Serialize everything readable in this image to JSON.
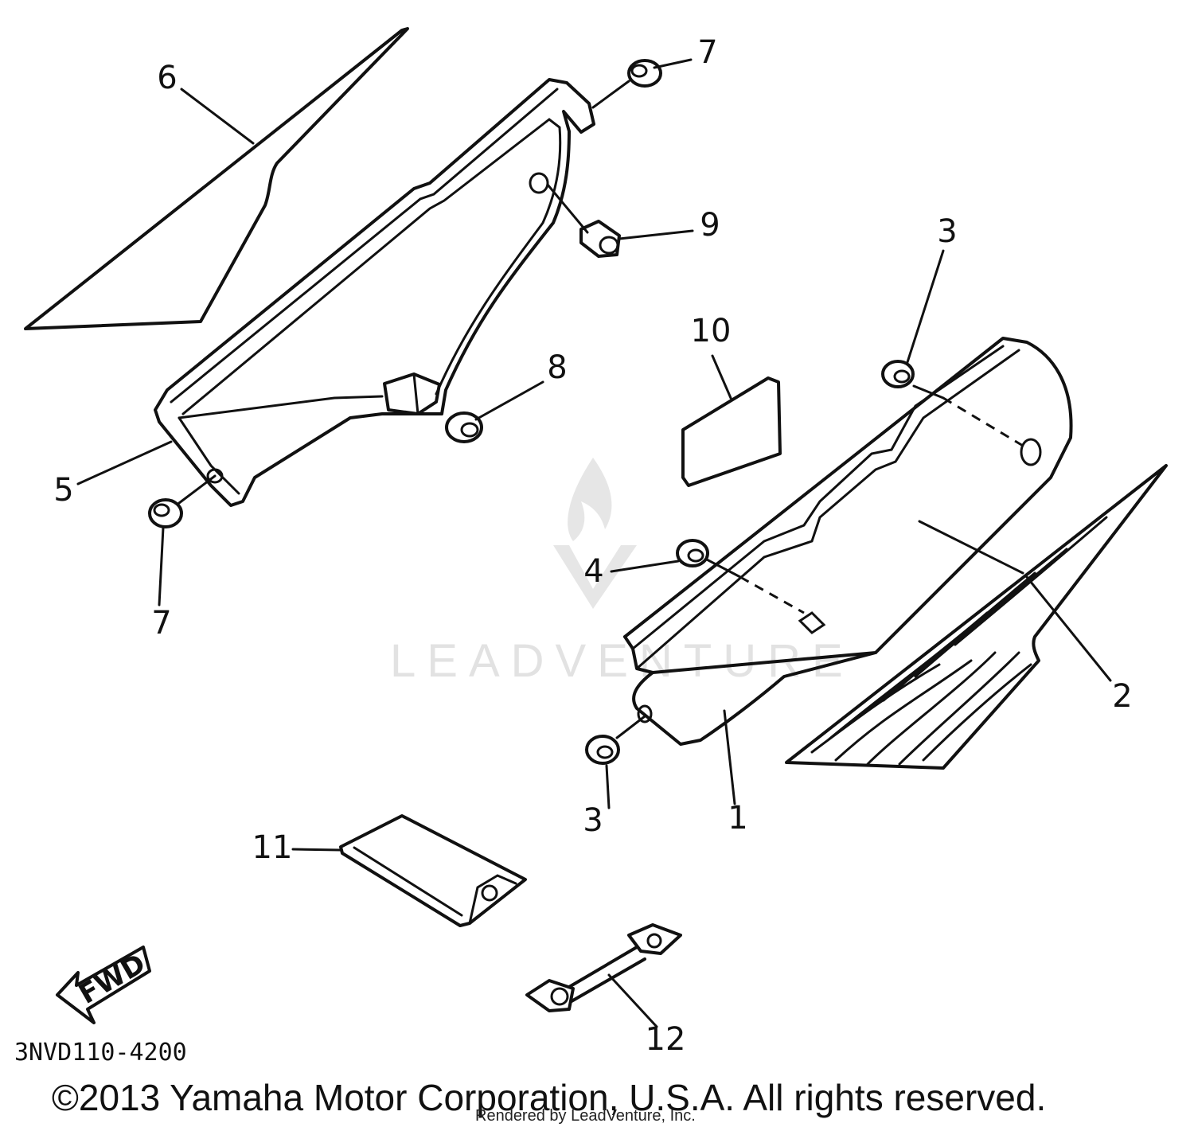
{
  "watermark": {
    "brand": "LEADVENTURE"
  },
  "callouts": {
    "c1": "1",
    "c2": "2",
    "c3a": "3",
    "c3b": "3",
    "c4": "4",
    "c5": "5",
    "c6": "6",
    "c7a": "7",
    "c7b": "7",
    "c8": "8",
    "c9": "9",
    "c10": "10",
    "c11": "11",
    "c12": "12"
  },
  "fwd_label": "FWD",
  "diagram_code": "3NVD110-4200",
  "copyright": "©2013 Yamaha Motor Corporation, U.S.A. All rights reserved.",
  "rendered_by": "Rendered by LeadVenture, Inc."
}
